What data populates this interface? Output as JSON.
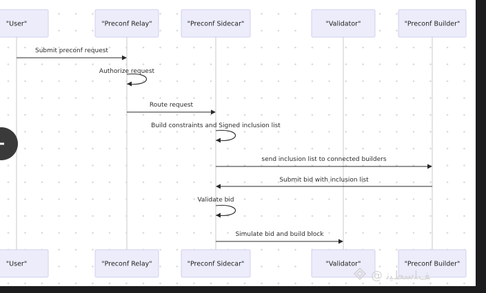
{
  "diagram": {
    "participants": [
      {
        "id": "user",
        "label": "\"User\""
      },
      {
        "id": "relay",
        "label": "\"Preconf Relay\""
      },
      {
        "id": "sidecar",
        "label": "\"Preconf Sidecar\""
      },
      {
        "id": "validator",
        "label": "\"Validator\""
      },
      {
        "id": "builder",
        "label": "\"Preconf Builder\""
      }
    ],
    "messages": [
      {
        "from": "user",
        "to": "relay",
        "label": "Submit preconf request"
      },
      {
        "from": "relay",
        "to": "relay",
        "label": "Authorize request"
      },
      {
        "from": "relay",
        "to": "sidecar",
        "label": "Route request"
      },
      {
        "from": "sidecar",
        "to": "sidecar",
        "label": "Build constraints and Signed inclusion list"
      },
      {
        "from": "sidecar",
        "to": "builder",
        "label": "send inclusion list to connected builders"
      },
      {
        "from": "builder",
        "to": "sidecar",
        "label": "Submit bid with inclusion list"
      },
      {
        "from": "sidecar",
        "to": "sidecar",
        "label": "Validate bid"
      },
      {
        "from": "sidecar",
        "to": "validator",
        "label": "Simulate bid and build block"
      }
    ]
  },
  "colors": {
    "canvas": "#ffffff",
    "participant_fill": "#ececfb",
    "participant_border": "#cfd0ec",
    "frame": "#1c1c1e"
  },
  "overlay": {
    "edge_button_icon": "minus-icon",
    "watermark": "@ ﻒﻠﺳﻂﻴﻧ"
  }
}
